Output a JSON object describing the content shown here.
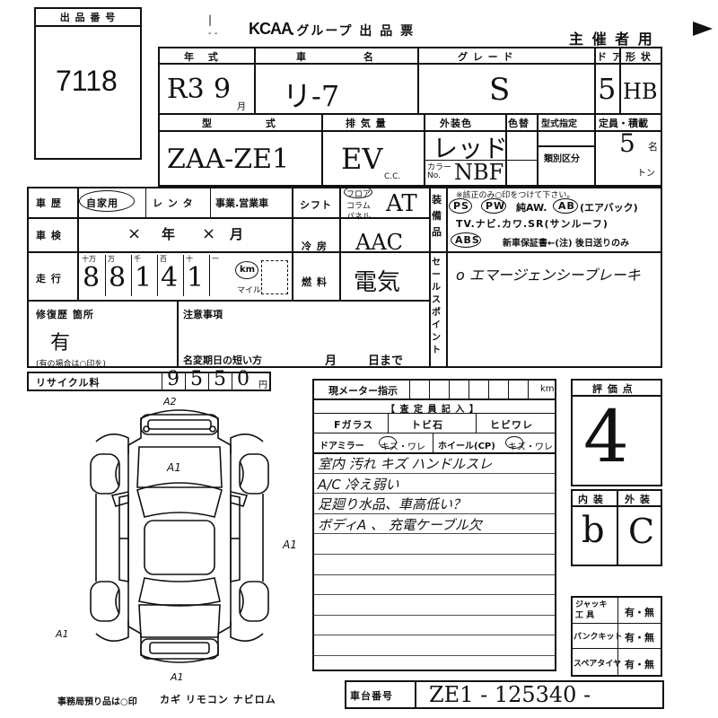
{
  "header": {
    "lot_label": "出 品 番 号",
    "lot_number": "7118",
    "brand": "KCAA",
    "group_title": ".グループ 出 品 票",
    "copy_label": "主 催 者 用"
  },
  "row1": {
    "year_label": "年 式",
    "year_value": "R3",
    "month_value": "9",
    "month_unit": "月",
    "name_label": "車 名",
    "name_value": "リ-7",
    "grade_label": "グ レ ー ド",
    "grade_value": "S",
    "doors_label": "ド ア",
    "doors_value": "5",
    "shape_label": "形 状",
    "shape_value": "HB"
  },
  "row2": {
    "model_label": "型 式",
    "model_value": "ZAA-ZE1",
    "disp_label": "排 気 量",
    "disp_value": "EV",
    "disp_unit": "C.C.",
    "color_label": "外装色",
    "color_value": "レッド",
    "colorno_label": "カラー No.",
    "colorno_value": "NBF",
    "paint_label": "色替",
    "type_label": "型式指定",
    "class_label": "類別区分",
    "cap_label": "定員・積載",
    "cap_value": "5",
    "cap_unit": "名",
    "ton_unit": "トン"
  },
  "history": {
    "label": "車 歴",
    "opt1": "自家用",
    "opt2": "レ ン タ",
    "opt3": "事業.営業車"
  },
  "inspection": {
    "label": "車 検",
    "year_mark": "×",
    "year_unit": "年",
    "month_mark": "×",
    "month_unit": "月"
  },
  "mileage": {
    "label": "走 行",
    "digit_labels": [
      "十万",
      "万",
      "千",
      "百",
      "十",
      "一"
    ],
    "digits": [
      "8",
      "8",
      "1",
      "4",
      "1"
    ],
    "unit_km": "km",
    "unit_mile": "マイル"
  },
  "shift": {
    "label": "シフト",
    "opt1": "フロア",
    "opt2": "コラム",
    "opt3": "パネル",
    "value": "AT"
  },
  "aircon": {
    "label": "冷 房",
    "value": "AAC"
  },
  "fuel": {
    "label": "燃 料",
    "value": "電気"
  },
  "equipment": {
    "label": "装 備 品",
    "note": "※該正のみ○印をつけて下さい。",
    "line1": [
      "PS",
      "PW",
      "純AW.",
      "AB",
      "(エアバック)"
    ],
    "line2": "TV.ナビ.カワ.SR(サンルーフ)",
    "line3a": "ABS",
    "line3b": "新車保証書←(注) 後日送りのみ"
  },
  "sales_point": {
    "label": "セ ー ル ス ポ イ ン ト",
    "value": "o エマージェンシーブレーキ"
  },
  "repair": {
    "label": "修復歴 箇所",
    "value": "有",
    "note": "(有の場合は○印を)"
  },
  "notes": {
    "label": "注意事項",
    "name_change": "名変期日の短い方",
    "month_unit": "月",
    "day_unit": "日まで"
  },
  "recycle": {
    "label": "リサイクル料",
    "digits": [
      "9",
      "5",
      "5",
      "0"
    ],
    "unit": "円"
  },
  "meter": {
    "label": "現メーター指示",
    "unit": "km"
  },
  "inspector": {
    "title": "【 査 定 員 記 入 】",
    "glass_label": "Fガラス",
    "glass_opt1": "トビ石",
    "glass_opt2": "ヒビワレ",
    "mirror_label": "ドアミラー",
    "mirror_opts": "キズ・ワレ",
    "wheel_label": "ホイール(CP)",
    "wheel_opts": "キズ・ワレ",
    "lines": [
      "室内 汚れ キズ ハンドルスレ",
      "A/C 冷え弱い",
      "足廻り水品、車高低い？",
      "ボディA 、 充電ケーブル欠"
    ]
  },
  "rating": {
    "label": "評 価 点",
    "value": "4",
    "interior_label": "内 装",
    "interior_value": "b",
    "exterior_label": "外 装",
    "exterior_value": "C"
  },
  "tools": {
    "jack_label": "ジャッキ 工 具",
    "jack_opts": "有・無",
    "puncture_label": "パンクキット",
    "puncture_opts": "有・無",
    "spare_label": "スペアタイヤ",
    "spare_opts": "有・無"
  },
  "chassis": {
    "label": "車台番号",
    "value": "ZE1 - 125340 -"
  },
  "office": {
    "label": "事務局預り品は○印",
    "items": "カギ リモコン ナビロム"
  },
  "diagram": {
    "marks": [
      "A2",
      "A1",
      "A1",
      "A1",
      "A1"
    ]
  }
}
